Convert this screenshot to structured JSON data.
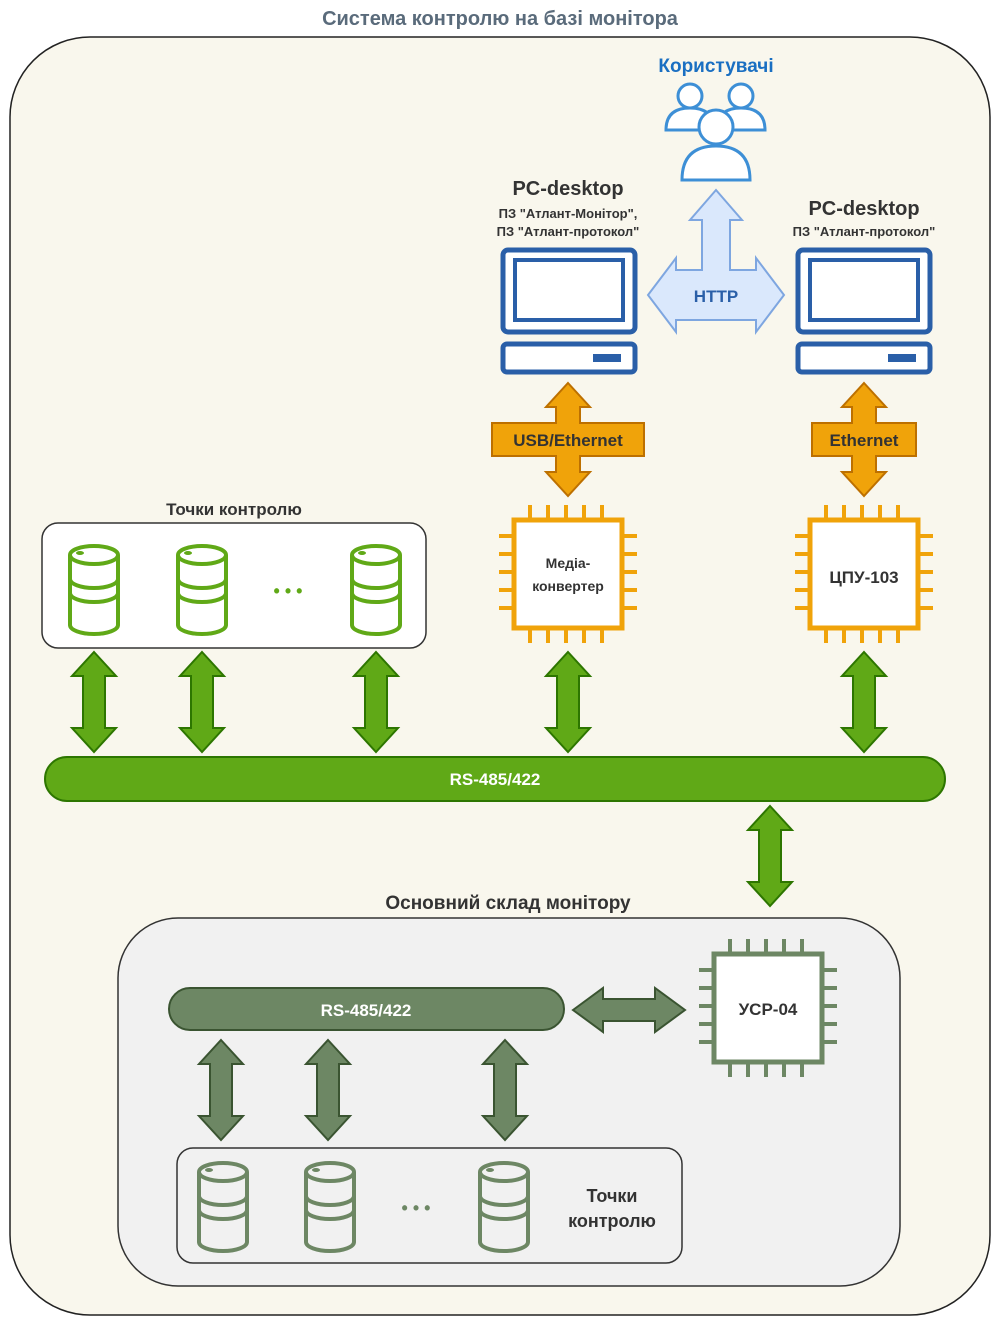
{
  "title": "Система контролю на базі монітора",
  "users_label": "Користувачі",
  "pc1": {
    "title": "PC-desktop",
    "line1": "ПЗ \"Атлант-Монітор\",",
    "line2": "ПЗ \"Атлант-протокол\""
  },
  "pc2": {
    "title": "PC-desktop",
    "line1": "ПЗ \"Атлант-протокол\""
  },
  "http_label": "HTTP",
  "usb_label": "USB/Ethernet",
  "ethernet_label": "Ethernet",
  "control_points_title": "Точки контролю",
  "dots": "• • •",
  "media_converter": {
    "line1": "Медіа-",
    "line2": "конвертер"
  },
  "cpu_label": "ЦПУ-103",
  "bus_label": "RS-485/422",
  "main_title": "Основний склад монітору",
  "inner_bus_label": "RS-485/422",
  "ucr_label": "УСР-04",
  "inner_points": {
    "line1": "Точки",
    "line2": "контролю"
  },
  "colors": {
    "green": "#60a917",
    "green_dark": "#2d7600",
    "dark_green": "#6d8764",
    "dark_green_stroke": "#3a5431",
    "orange": "#f0a30a",
    "orange_dark": "#bd7000",
    "blue": "#2a5fa8",
    "light_blue": "#dae8fc",
    "light_blue_stroke": "#7ea6e0",
    "users_blue": "#3d8fd6",
    "bg": "#f9f7ed"
  }
}
